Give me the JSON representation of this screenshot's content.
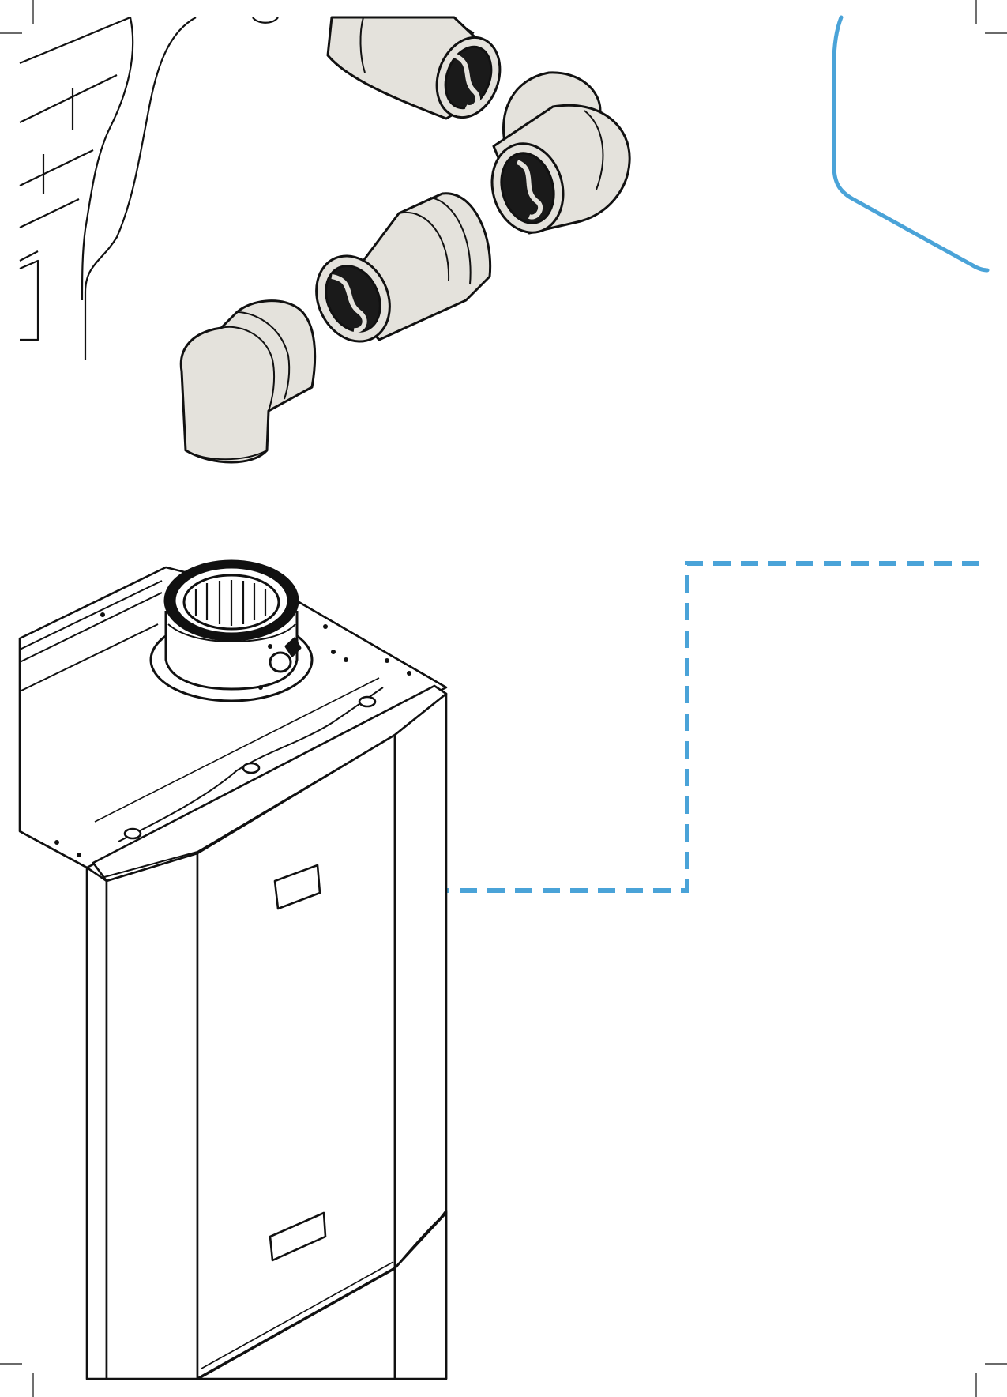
{
  "colors": {
    "line": "#111111",
    "pipe_fill": "#e4e2dc",
    "pipe_inner": "#1a1a1a",
    "accent_blue": "#4aa3d8",
    "page": "#ffffff"
  },
  "illustration": {
    "components": [
      "wall-bracket-and-pipework",
      "flue-elbow-top",
      "flue-elbow-right",
      "flue-extension-middle",
      "flue-elbow-bottom",
      "boiler-unit",
      "flue-turret-adaptor"
    ],
    "callouts": [
      "solid-blue-callout",
      "dashed-blue-leader"
    ]
  }
}
